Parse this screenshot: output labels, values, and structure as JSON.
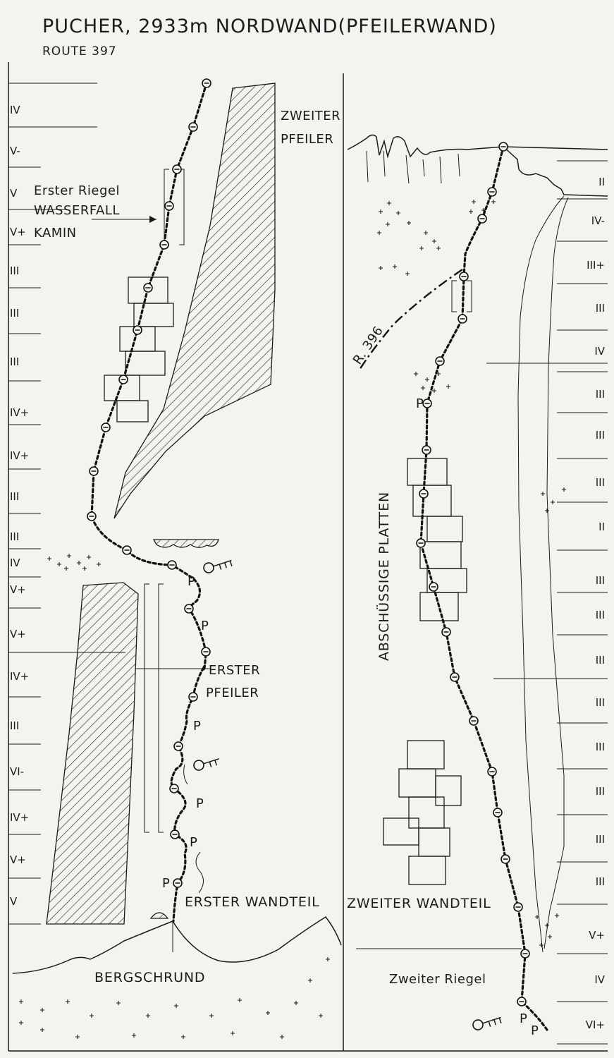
{
  "title": "PUCHER, 2933m NORDWAND(PFEILERWAND)",
  "subtitle": "ROUTE 397",
  "left_grades": [
    "IV",
    "V-",
    "V",
    "V+",
    "III",
    "III",
    "III",
    "IV+",
    "IV+",
    "III",
    "III",
    "IV",
    "V+",
    "V+",
    "IV+",
    "III",
    "VI-",
    "IV+",
    "V+",
    "V"
  ],
  "right_grades": [
    "II",
    "IV-",
    "III+",
    "III",
    "IV",
    "III",
    "III",
    "III",
    "II",
    "III",
    "III",
    "III",
    "III",
    "III",
    "III",
    "III",
    "III",
    "V+",
    "IV",
    "VI+"
  ],
  "labels": {
    "zweiter_pfeiler_1": "ZWEITER",
    "zweiter_pfeiler_2": "PFEILER",
    "erster_riegel": "Erster Riegel",
    "wasserfall": "WASSERFALL",
    "kamin": "KAMIN",
    "erster_pfeiler_1": "ERSTER",
    "erster_pfeiler_2": "PFEILER",
    "erster_wandteil": "ERSTER WANDTEIL",
    "bergschrund": "BERGSCHRUND",
    "r396": "R. 396",
    "abschuessige_platten": "ABSCHÜSSIGE PLATTEN",
    "zweiter_wandteil": "ZWEITER WANDTEIL",
    "zweiter_riegel": "Zweiter Riegel",
    "piton": "P"
  }
}
